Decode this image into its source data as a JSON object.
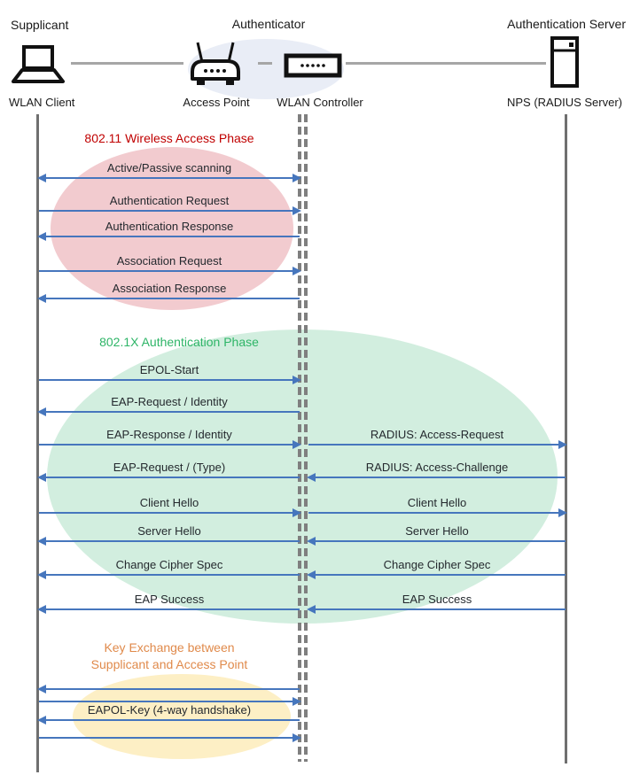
{
  "header": {
    "roles": [
      "Supplicant",
      "Authenticator",
      "Authentication Server"
    ]
  },
  "devices": [
    "WLAN Client",
    "Access Point",
    "WLAN Controller",
    "NPS (RADIUS Server)"
  ],
  "colors": {
    "arrow": "#4676BD",
    "lifeline": "#6F6F6F",
    "lifeline_dashed": "#7F7F7F",
    "connector": "#A6A6A6",
    "label_text": "#24292E",
    "icon": "#111111",
    "authenticator_ellipse_fill": "#E9EDF6"
  },
  "phases": [
    {
      "title": "802.11 Wireless Access Phase",
      "title_color": "#C00000",
      "fill": "#F2CBCF",
      "messages": [
        {
          "label": "Active/Passive scanning",
          "dir": "both",
          "lane": "left"
        },
        {
          "label": "Authentication Request",
          "dir": "right",
          "lane": "left"
        },
        {
          "label": "Authentication Response",
          "dir": "left",
          "lane": "left"
        },
        {
          "label": "Association Request",
          "dir": "right",
          "lane": "left"
        },
        {
          "label": "Association Response",
          "dir": "left",
          "lane": "left"
        }
      ]
    },
    {
      "title": "802.1X Authentication Phase",
      "title_color": "#2EB567",
      "fill": "#D2EEDF",
      "messages": [
        {
          "label": "EPOL-Start",
          "dir": "right",
          "lane": "left"
        },
        {
          "label": "EAP-Request / Identity",
          "dir": "left",
          "lane": "left"
        },
        {
          "label": "EAP-Response / Identity",
          "dir": "right",
          "lane": "left"
        },
        {
          "label": "EAP-Request / (Type)",
          "dir": "left",
          "lane": "left"
        },
        {
          "label": "Client Hello",
          "dir": "right",
          "lane": "left"
        },
        {
          "label": "Server Hello",
          "dir": "left",
          "lane": "left"
        },
        {
          "label": "Change Cipher Spec",
          "dir": "left",
          "lane": "left"
        },
        {
          "label": "EAP Success",
          "dir": "left",
          "lane": "left"
        },
        {
          "label": "RADIUS: Access-Request",
          "dir": "right",
          "lane": "right"
        },
        {
          "label": "RADIUS: Access-Challenge",
          "dir": "left",
          "lane": "right"
        },
        {
          "label": "Client Hello",
          "dir": "right",
          "lane": "right"
        },
        {
          "label": "Server Hello",
          "dir": "left",
          "lane": "right"
        },
        {
          "label": "Change Cipher Spec",
          "dir": "left",
          "lane": "right"
        },
        {
          "label": "EAP Success",
          "dir": "left",
          "lane": "right"
        }
      ]
    },
    {
      "title": "Key Exchange between\nSupplicant and Access Point",
      "title_color": "#E08A4B",
      "fill": "#FDEFC5",
      "messages": [
        {
          "label": "",
          "dir": "left",
          "lane": "left"
        },
        {
          "label": "",
          "dir": "right",
          "lane": "left"
        },
        {
          "label": "EAPOL-Key (4-way handshake)",
          "dir": "left",
          "lane": "left"
        },
        {
          "label": "",
          "dir": "right",
          "lane": "left"
        }
      ]
    }
  ]
}
